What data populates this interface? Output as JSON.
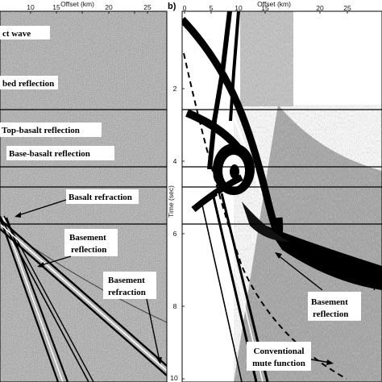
{
  "figure": {
    "panel_a": {
      "offset_label": "Offset (km)",
      "offset_ticks": [
        "10",
        "15",
        "20",
        "25"
      ],
      "labels": {
        "direct_wave": "ct wave",
        "seabed_reflection": "bed reflection",
        "top_basalt": "Top-basalt reflection",
        "base_basalt": "Base-basalt reflection",
        "basalt_refraction": "Basalt refraction",
        "basement_reflection_1": "Basement",
        "basement_reflection_2": "reflection",
        "basement_refraction_1": "Basement",
        "basement_refraction_2": "refraction"
      }
    },
    "panel_b": {
      "panel_letter": "b)",
      "offset_label": "Offset (km)",
      "offset_ticks": [
        "0",
        "5",
        "10",
        "15",
        "20",
        "25"
      ],
      "time_label": "Time (sec)",
      "time_ticks": [
        "2",
        "4",
        "6",
        "8",
        "10"
      ],
      "labels": {
        "basement_reflection_1": "Basement",
        "basement_reflection_2": "reflection",
        "mute_1": "Conventional",
        "mute_2": "mute function"
      }
    },
    "colors": {
      "ink": "#000000",
      "paper": "#ffffff",
      "noise_gray": "#9a9a9a"
    }
  }
}
